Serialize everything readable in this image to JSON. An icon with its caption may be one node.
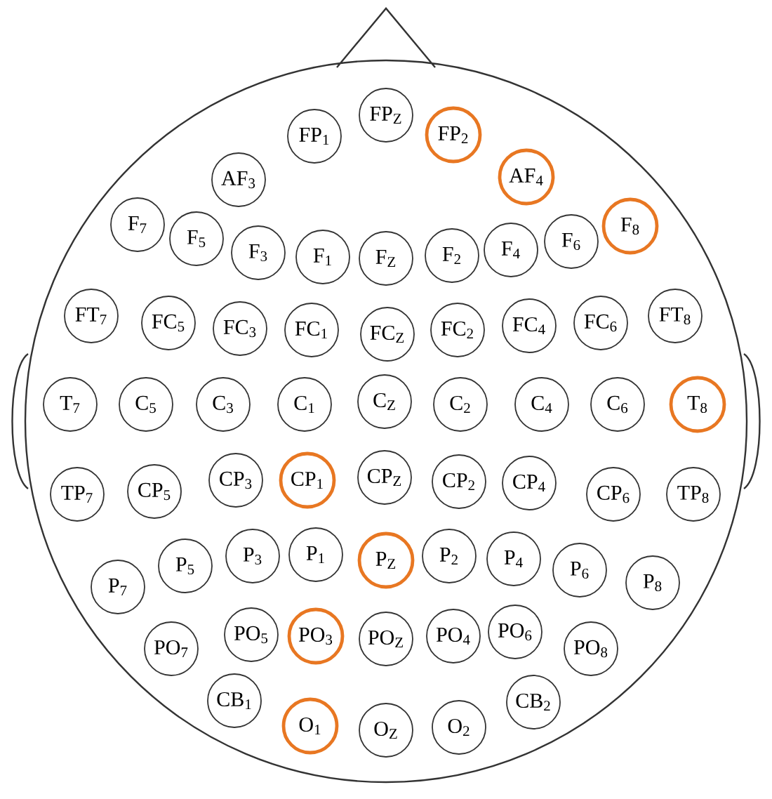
{
  "diagram": {
    "nodes": [
      {
        "text": [
          "FP$_{Z}$"
        ]
      },
      {
        "text": [
          "FP$_{1}$"
        ]
      },
      {
        "text": [
          "FP$_{2}$"
        ]
      },
      {
        "text": [
          "AF$_{3}$"
        ]
      },
      {
        "text": [
          "AF$_{4}$"
        ]
      },
      {
        "text": [
          "F$_{7}$"
        ]
      },
      {
        "text": [
          "F$_{5}$"
        ]
      },
      {
        "text": [
          "F$_{3}$"
        ]
      },
      {
        "text": [
          "F$_{1}$"
        ]
      },
      {
        "text": [
          "F$_{Z}$"
        ]
      },
      {
        "text": [
          "F$_{2}$"
        ]
      },
      {
        "text": [
          "F$_{4}$"
        ]
      },
      {
        "text": [
          "F$_{6}$"
        ]
      },
      {
        "text": [
          "F$_{8}$"
        ]
      },
      {
        "text": [
          "FT$_{7}$"
        ]
      },
      {
        "text": [
          "FC$_{5}$"
        ]
      },
      {
        "text": [
          "FC$_{3}$"
        ]
      },
      {
        "text": [
          "FC$_{1}$"
        ]
      },
      {
        "text": [
          "FC$_{Z}$"
        ]
      },
      {
        "text": [
          "FC$_{2}$"
        ]
      },
      {
        "text": [
          "FC$_{4}$"
        ]
      },
      {
        "text": [
          "FC$_{6}$"
        ]
      },
      {
        "text": [
          "FT$_{8}$"
        ]
      },
      {
        "text": [
          "T$_{7}$"
        ]
      },
      {
        "text": [
          "C$_{5}$"
        ]
      },
      {
        "text": [
          "C$_{3}$"
        ]
      },
      {
        "text": [
          "C$_{1}$"
        ]
      },
      {
        "text": [
          "C$_{Z}$"
        ]
      },
      {
        "text": [
          "C$_{2}$"
        ]
      },
      {
        "text": [
          "C$_{4}$"
        ]
      },
      {
        "text": [
          "C$_{6}$"
        ]
      },
      {
        "text": [
          "T$_{8}$"
        ]
      },
      {
        "text": [
          "TP$_{7}$"
        ]
      },
      {
        "text": [
          "CP$_{5}$"
        ]
      },
      {
        "text": [
          "CP$_{3}$"
        ]
      },
      {
        "text": [
          "CP$_{1}$"
        ]
      },
      {
        "text": [
          "CP$_{Z}$"
        ]
      },
      {
        "text": [
          "CP$_{2}$"
        ]
      },
      {
        "text": [
          "CP$_{4}$"
        ]
      },
      {
        "text": [
          "CP$_{6}$"
        ]
      },
      {
        "text": [
          "TP$_{8}$"
        ]
      },
      {
        "text": [
          "P$_{7}$"
        ]
      },
      {
        "text": [
          "P$_{5}$"
        ]
      },
      {
        "text": [
          "P$_{3}$"
        ]
      },
      {
        "text": [
          "P$_{1}$"
        ]
      },
      {
        "text": [
          "P$_{Z}$"
        ]
      },
      {
        "text": [
          "P$_{2}$"
        ]
      },
      {
        "text": [
          "P$_{4}$"
        ]
      },
      {
        "text": [
          "P$_{6}$"
        ]
      },
      {
        "text": [
          "P$_{8}$"
        ]
      },
      {
        "text": [
          "PO$_{7}$"
        ]
      },
      {
        "text": [
          "PO$_{5}$"
        ]
      },
      {
        "text": [
          "PO$_{3}$"
        ]
      },
      {
        "text": [
          "PO$_{Z}$"
        ]
      },
      {
        "text": [
          "PO$_{4}$"
        ]
      },
      {
        "text": [
          "PO$_{6}$"
        ]
      },
      {
        "text": [
          "PO$_{8}$"
        ]
      },
      {
        "text": [
          "CB$_{1}$"
        ]
      },
      {
        "text": [
          "O$_{1}$"
        ]
      },
      {
        "text": [
          "O$_{Z}$"
        ]
      },
      {
        "text": [
          "O$_{2}$"
        ]
      },
      {
        "text": [
          "CB$_{2}$"
        ]
      }
    ]
  }
}
